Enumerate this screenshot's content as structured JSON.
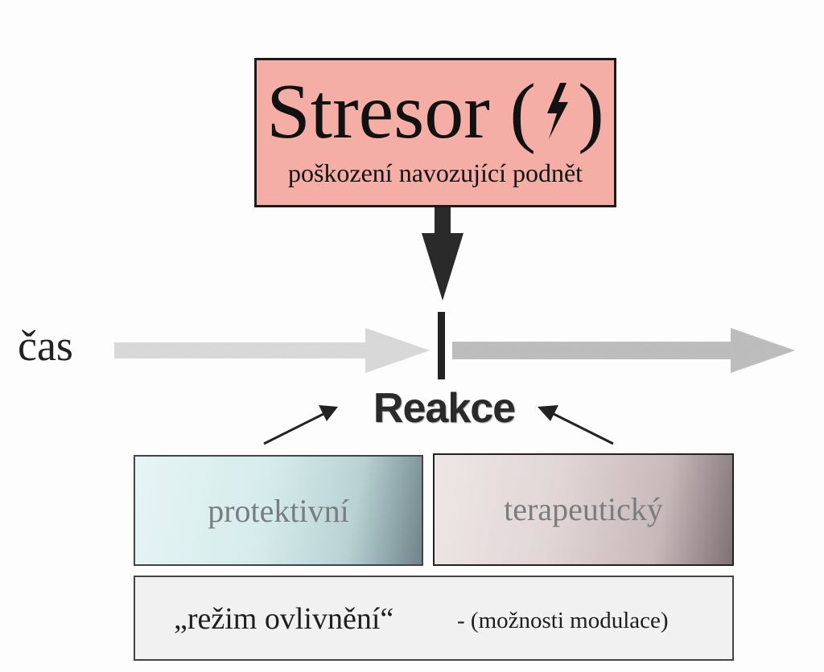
{
  "stresor": {
    "title": "Stresor",
    "subtitle": "poškození navozující podnět",
    "icon": "lightning-bolt-icon"
  },
  "timeline": {
    "label": "čas"
  },
  "reaction": {
    "label": "Reakce"
  },
  "boxes": {
    "protective": "protektivní",
    "therapeutic": "terapeutický"
  },
  "regime": {
    "main": "„režim ovlivnění“",
    "sub": "- (možnosti modulace)"
  },
  "colors": {
    "stresor_fill": "#f5aea6",
    "protective_fill": "#d6ecec",
    "therapeutic_fill": "#e2d6d7",
    "regime_fill": "#f1f1f1"
  }
}
